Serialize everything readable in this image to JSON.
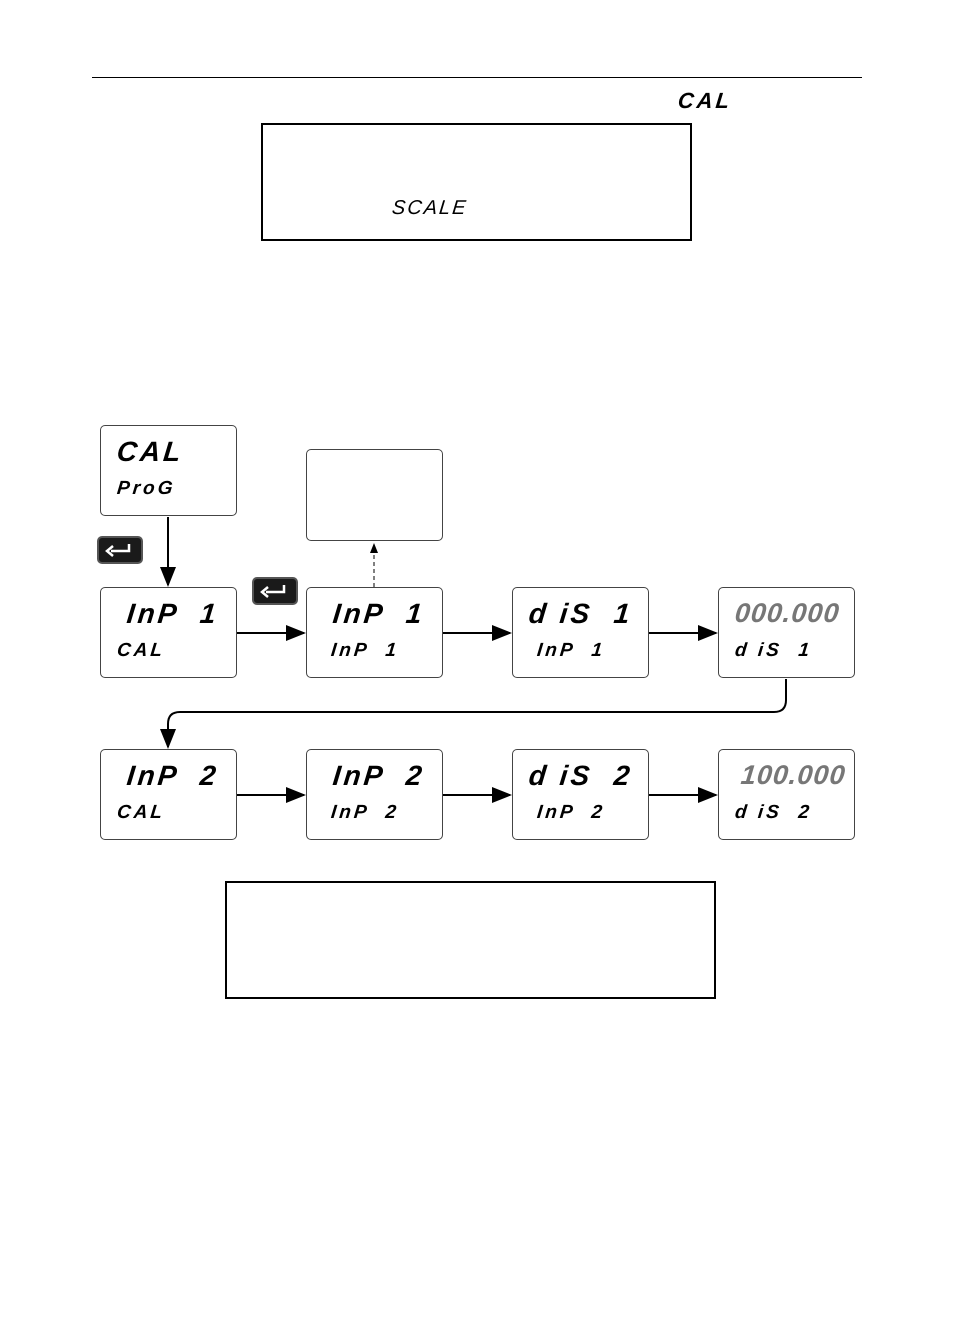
{
  "header": {
    "menu_code": "CAL"
  },
  "top_note": {
    "text": "SCALE"
  },
  "start_display": {
    "top": "CAL",
    "bottom": "ProG"
  },
  "enter_icon": "enter-key-icon",
  "row1": [
    {
      "top": "InP  1",
      "bottom": "CAL"
    },
    {
      "top": "InP  1",
      "bottom": "InP  1"
    },
    {
      "top": "d iS  1",
      "bottom": "InP  1"
    },
    {
      "top": "000.000",
      "bottom": "d iS  1"
    }
  ],
  "row2": [
    {
      "top": "InP  2",
      "bottom": "CAL"
    },
    {
      "top": "InP  2",
      "bottom": "InP  2"
    },
    {
      "top": "d iS  2",
      "bottom": "InP  2"
    },
    {
      "top": "100.000",
      "bottom": "d iS  2"
    }
  ]
}
